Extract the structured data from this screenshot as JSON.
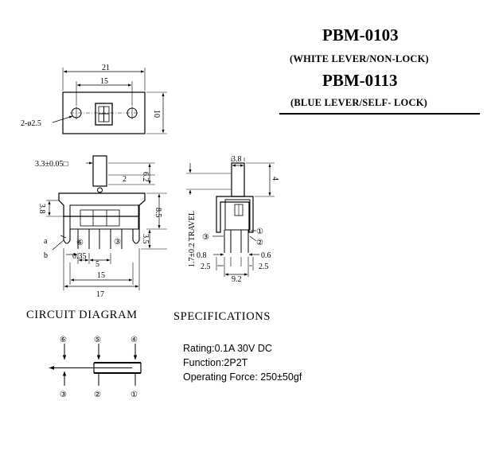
{
  "header": {
    "model_1": "PBM-0103",
    "model_1_desc": "(WHITE  LEVER/NON-LOCK)",
    "model_2": "PBM-0113",
    "model_2_desc": "(BLUE  LEVER/SELF- LOCK)"
  },
  "top_view": {
    "dim_width": "21",
    "dim_hole_spacing": "15",
    "dim_height": "10",
    "dim_holes": "2-ø2.5"
  },
  "front_view": {
    "dim_lever": "3.3±0.05□",
    "dim_2": "2",
    "dim_62": "6.2",
    "dim_38": "3.8",
    "dim_85": "8.5",
    "dim_35": "3.5",
    "label_a": "a",
    "label_b": "b",
    "pin_6": "⑥",
    "pin_3": "③",
    "dim_035": "0.35",
    "dim_5": "5",
    "dim_15": "15",
    "dim_17": "17"
  },
  "side_view": {
    "dim_38": "3.8",
    "dim_4": "4",
    "travel": "1.7±0.2  TRAVEL",
    "pin_1": "①",
    "pin_2": "②",
    "pin_3": "③",
    "dim_08": "0.8",
    "dim_06": "0.6",
    "dim_25_left": "2.5",
    "dim_25_right": "2.5",
    "dim_92": "9.2"
  },
  "circuit": {
    "title": "CIRCUIT DIAGRAM",
    "pins_top": [
      "⑥",
      "⑤",
      "④"
    ],
    "pins_bottom": [
      "③",
      "②",
      "①"
    ]
  },
  "specifications": {
    "title": "SPECIFICATIONS",
    "rating": "Rating:0.1A 30V DC",
    "function": "Function:2P2T",
    "force": "Operating Force: 250±50gf"
  }
}
